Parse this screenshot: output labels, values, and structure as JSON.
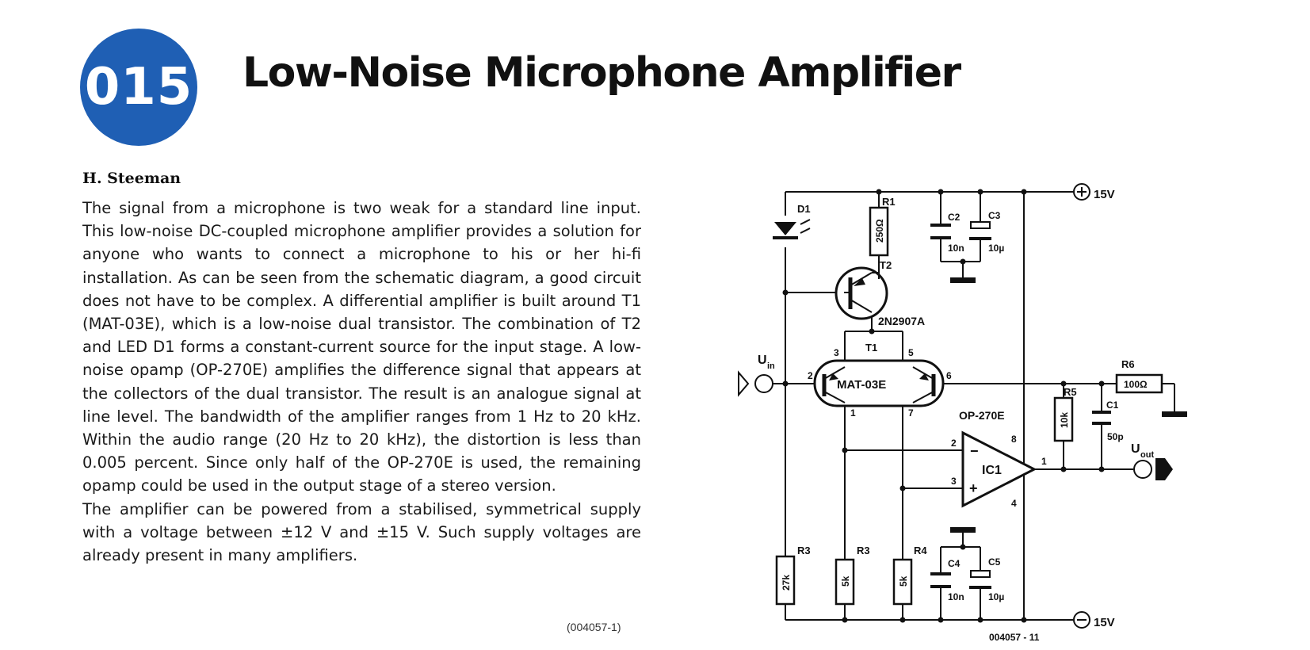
{
  "article": {
    "number": "015",
    "title": "Low-Noise Microphone Amplifier",
    "author": "H. Steeman",
    "paragraphs": [
      "The signal from a microphone is two weak for a standard line input. This low-noise DC-coupled microphone amplifier provides a solution for anyone who wants to connect a microphone to his or her hi-fi installation. As can be seen from the schematic diagram, a good circuit does not have to be complex. A differential amplifier is built around T1 (MAT-03E), which is a low-noise dual transistor. The combination of T2 and LED D1 forms a constant-current source for the input stage. A low-noise opamp (OP-270E) amplifies the difference signal that appears at the collectors of the dual transistor. The result is an analogue signal at line level. The bandwidth of the amplifier ranges from 1 Hz to 20 kHz. Within the audio range (20 Hz to 20 kHz), the distortion is less than 0.005 percent. Since only half of the OP-270E is used, the remaining opamp could be used in the output stage of a stereo version.",
      "The amplifier can be powered from a stabilised, symmetrical supply with a voltage between ±12 V and ±15 V. Such supply voltages are already present in many amplifiers."
    ],
    "code": "(004057-1)"
  },
  "accent_color": "#1f5fb4",
  "schematic": {
    "figure_code": "004057 - 11",
    "supply": {
      "pos": "15V",
      "neg": "15V"
    },
    "labels": {
      "uin": "U",
      "uin_sub": "in",
      "uout": "U",
      "uout_sub": "out",
      "ic1": "IC1",
      "ic1_part": "OP-270E",
      "t1": "T1",
      "t1_part": "MAT-03E",
      "t2": "T2",
      "t2_part": "2N2907A",
      "d1": "D1",
      "minus": "−",
      "plus": "+"
    },
    "components": {
      "r1": {
        "name": "R1",
        "value": "250Ω"
      },
      "r3a": {
        "name": "R3",
        "value": "27k"
      },
      "r3b": {
        "name": "R3",
        "value": "5k"
      },
      "r4": {
        "name": "R4",
        "value": "5k"
      },
      "r5": {
        "name": "R5",
        "value": "10k"
      },
      "r6": {
        "name": "R6",
        "value": "100Ω"
      },
      "c1": {
        "name": "C1",
        "value": "50p"
      },
      "c2": {
        "name": "C2",
        "value": "10n"
      },
      "c3": {
        "name": "C3",
        "value": "10µ"
      },
      "c4": {
        "name": "C4",
        "value": "10n"
      },
      "c5": {
        "name": "C5",
        "value": "10µ"
      }
    },
    "pins": {
      "t1_2": "2",
      "t1_3": "3",
      "t1_5": "5",
      "t1_6": "6",
      "t1_1": "1",
      "t1_7": "7",
      "ic_2": "2",
      "ic_3": "3",
      "ic_8": "8",
      "ic_4": "4",
      "ic_1": "1"
    }
  }
}
